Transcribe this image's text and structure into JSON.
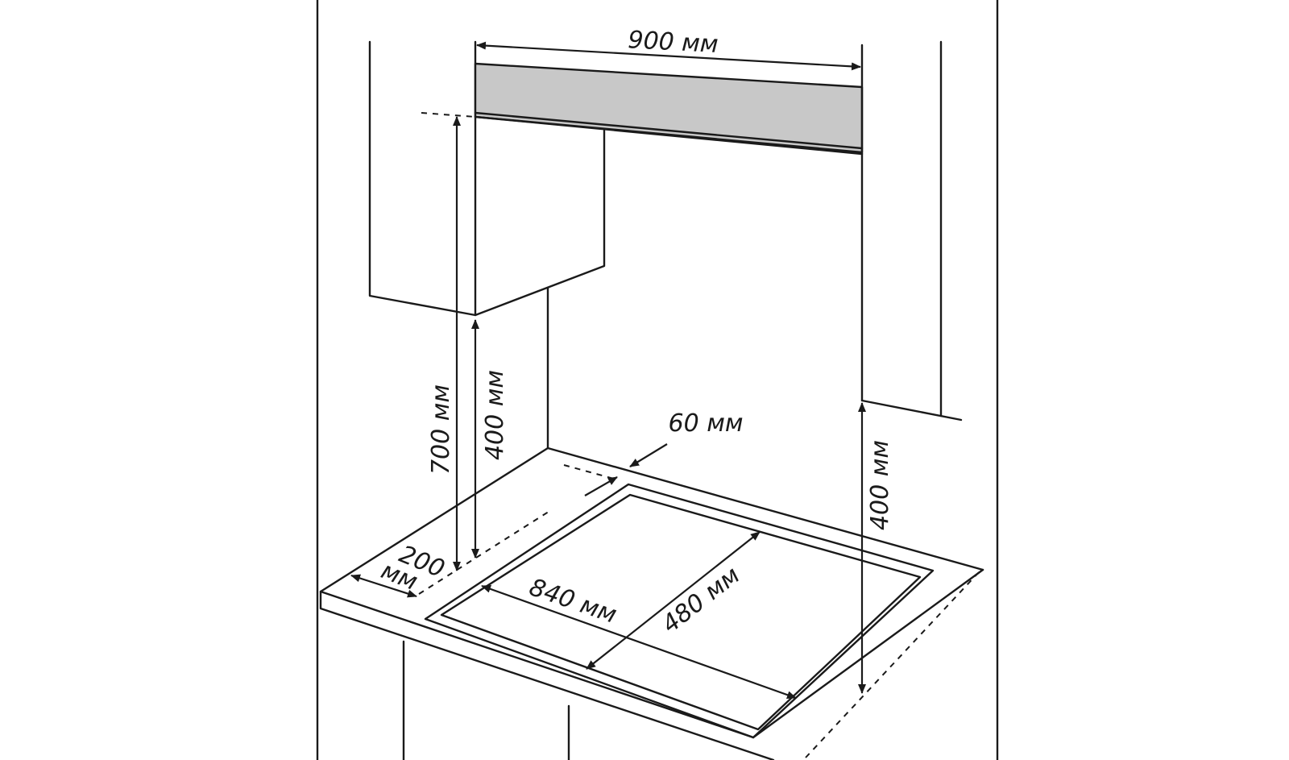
{
  "dimensions": {
    "hood_width": "900 мм",
    "hob_to_cabinet": "700 мм",
    "hob_to_cabinet_bottom": "400 мм",
    "hob_to_right_cabinet": "400 мм",
    "rear_gap": "60 мм",
    "side_distance_value": "200",
    "side_distance_unit": "мм",
    "cutout_width": "840 мм",
    "cutout_depth": "480 мм"
  },
  "colors": {
    "line": "#1a1a1a",
    "hood_fill": "#c8c8c8",
    "background": "#ffffff"
  }
}
